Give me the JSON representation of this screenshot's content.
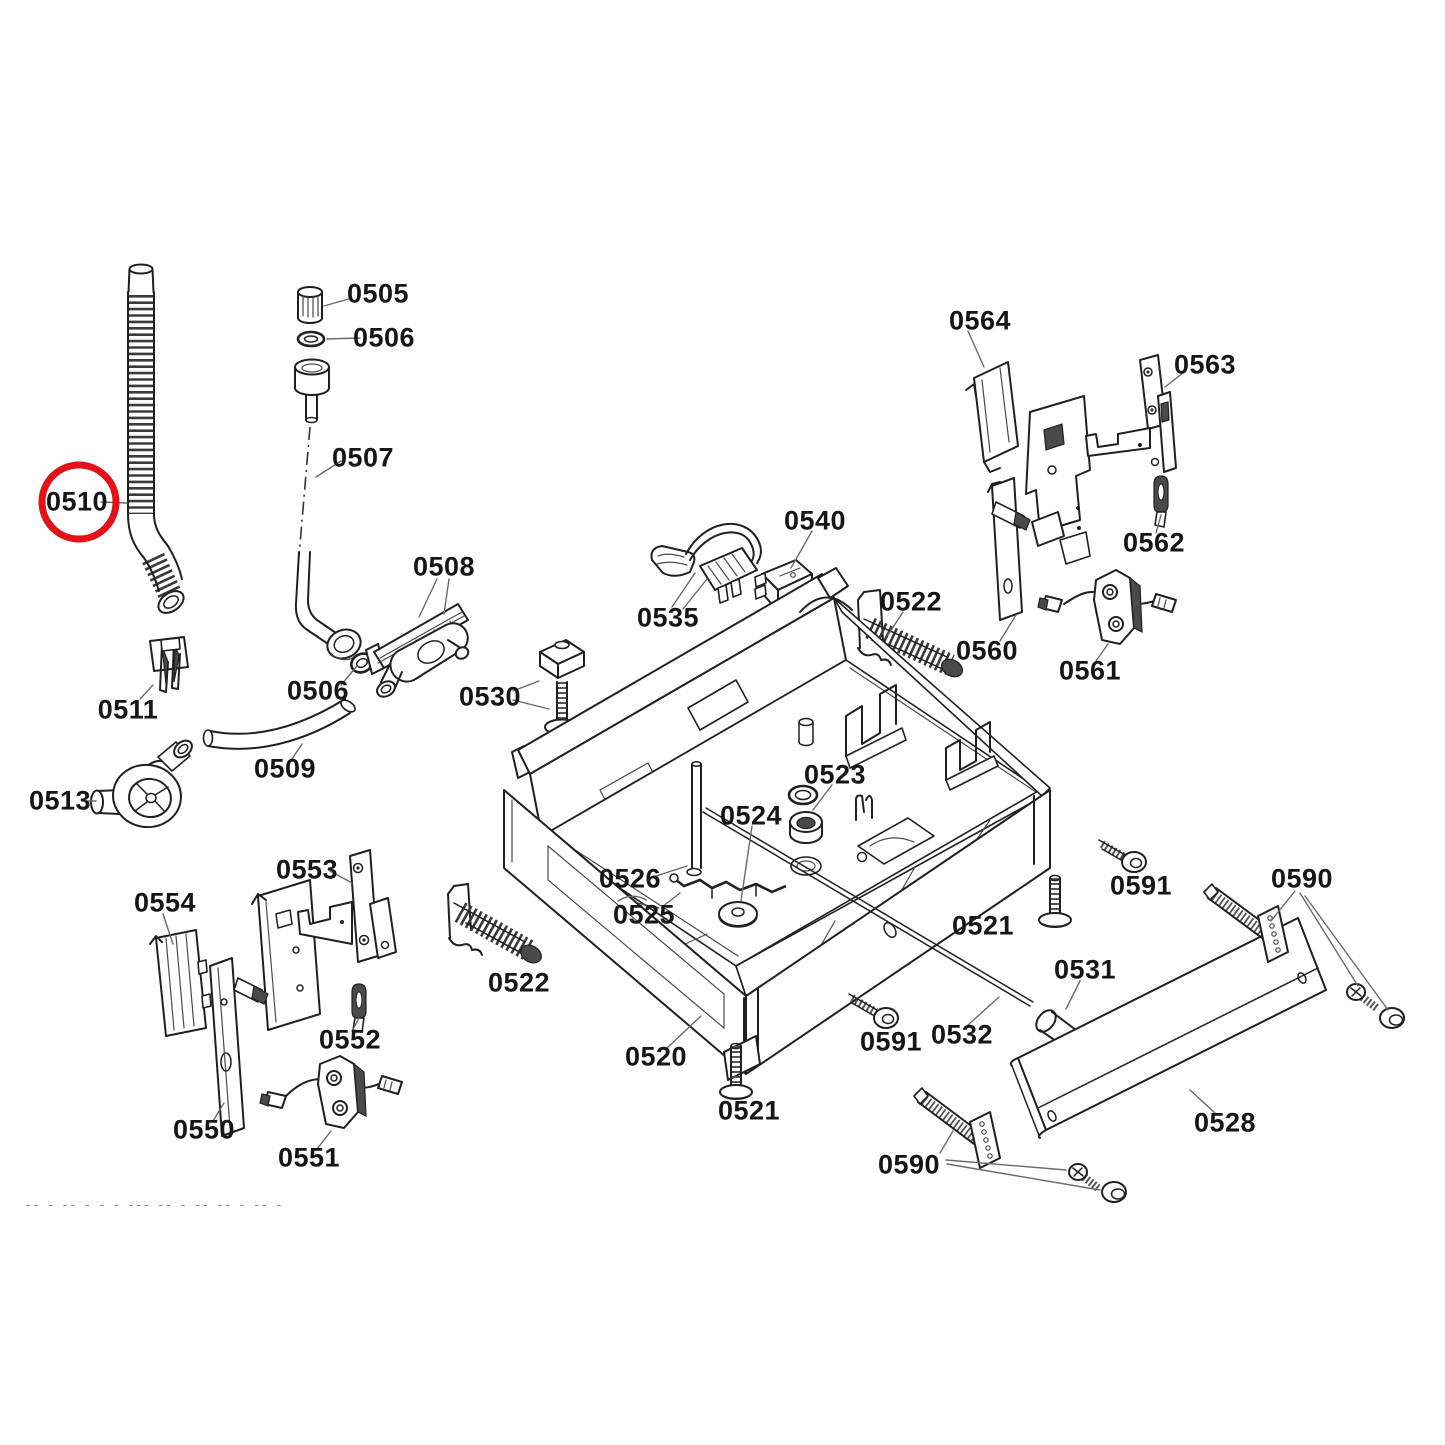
{
  "diagram": {
    "description_labels_order": "part number callouts of an exploded parts diagram",
    "labels": [
      {
        "text": "0505"
      },
      {
        "text": "0506"
      },
      {
        "text": "0507"
      },
      {
        "text": "0510"
      },
      {
        "text": "0508"
      },
      {
        "text": "0535"
      },
      {
        "text": "0540"
      },
      {
        "text": "0506"
      },
      {
        "text": "0511"
      },
      {
        "text": "0509"
      },
      {
        "text": "0513"
      },
      {
        "text": "0530"
      },
      {
        "text": "0522"
      },
      {
        "text": "0564"
      },
      {
        "text": "0563"
      },
      {
        "text": "0562"
      },
      {
        "text": "0560"
      },
      {
        "text": "0561"
      },
      {
        "text": "0553"
      },
      {
        "text": "0554"
      },
      {
        "text": "0523"
      },
      {
        "text": "0524"
      },
      {
        "text": "0526"
      },
      {
        "text": "0525"
      },
      {
        "text": "0521"
      },
      {
        "text": "0522"
      },
      {
        "text": "0552"
      },
      {
        "text": "0520"
      },
      {
        "text": "0591"
      },
      {
        "text": "0532"
      },
      {
        "text": "0531"
      },
      {
        "text": "0591"
      },
      {
        "text": "0590"
      },
      {
        "text": "0550"
      },
      {
        "text": "0551"
      },
      {
        "text": "0521"
      },
      {
        "text": "0528"
      },
      {
        "text": "0590"
      }
    ],
    "highlight": {
      "part": "0510",
      "color": "#e31219",
      "shape": "circle"
    },
    "line_color": "#202020",
    "background": "#ffffff",
    "footer": {
      "text": "-- - -- - - - --- --  - -- -- -   -- -"
    }
  }
}
